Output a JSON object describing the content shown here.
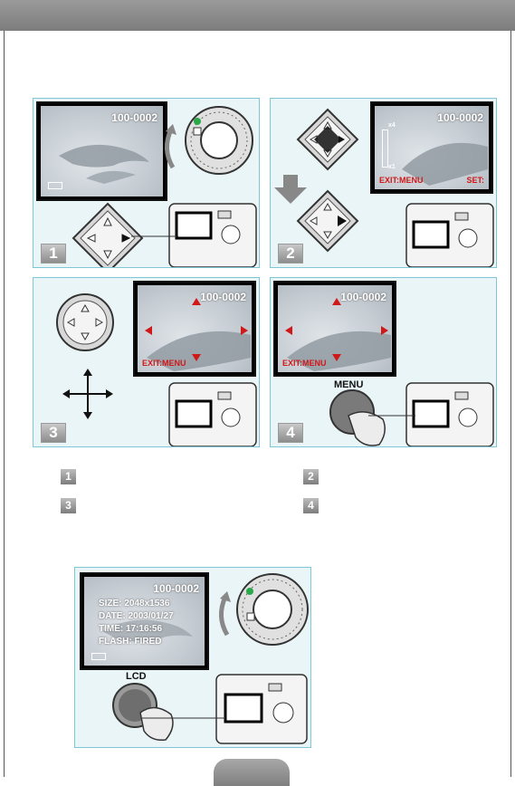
{
  "file_number": "100-0002",
  "exit_menu": "EXIT:MENU",
  "set_label": "SET:",
  "zoom_max": "x4",
  "zoom_min": "x1",
  "menu_button": "MENU",
  "lcd_button": "LCD",
  "steps": [
    "1",
    "2",
    "3",
    "4"
  ],
  "info": {
    "size": "SIZE: 2048x1536",
    "date": "DATE: 2003/01/27",
    "time": "TIME: 17:16:56",
    "flash": "FLASH: FIRED"
  },
  "colors": {
    "panel_bg": "#e9f5f7",
    "panel_border": "#7fc6d6",
    "header": "#8a8a8a",
    "arrow_red": "#d01818"
  }
}
